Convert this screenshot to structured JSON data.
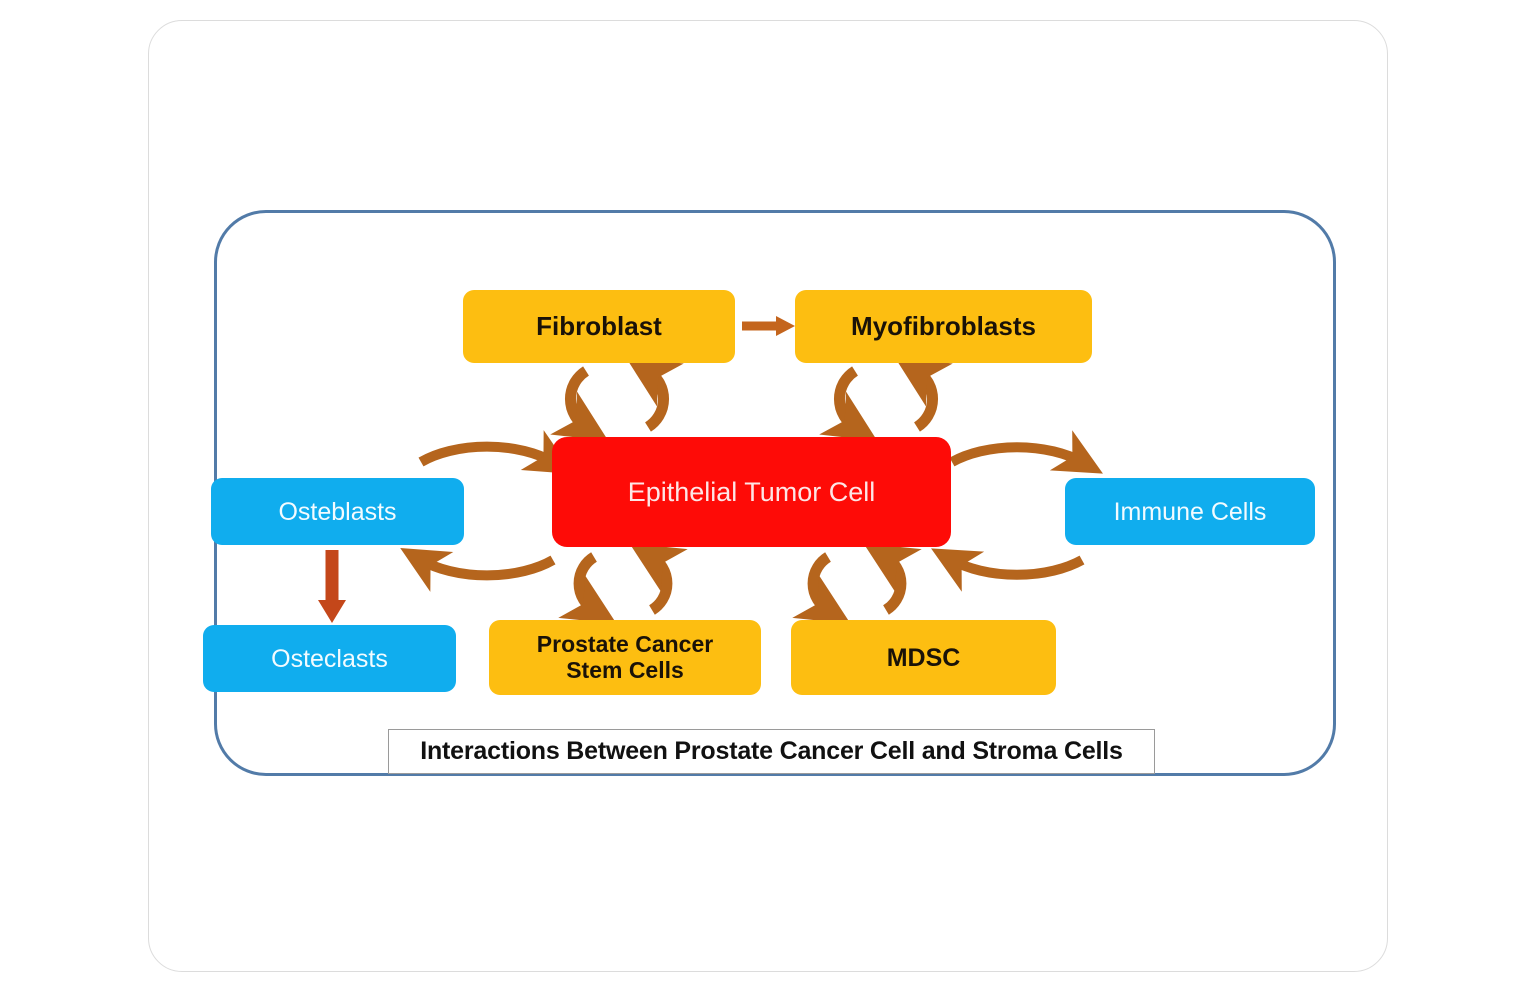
{
  "diagram": {
    "title": "Interactions Between Prostate Cancer Cell and Stroma Cells",
    "caption": "Interactions Between Prostate Cancer Cell and Stroma Cells",
    "colors": {
      "yellow_node": "#FDBE11",
      "blue_node": "#10ADEE",
      "red_node": "#FE0B07",
      "arrow_brown": "#B5651D",
      "arrow_dark_orange": "#C4471A",
      "inner_frame_border": "#527BA8",
      "outer_frame_border": "#DCDCDC",
      "caption_border": "#9A9A9A",
      "background": "#FFFFFF"
    },
    "nodes": [
      {
        "id": "fibroblast",
        "label": "Fibroblast",
        "label_line2": "",
        "type": "yellow"
      },
      {
        "id": "myofibroblasts",
        "label": "Myofibroblasts",
        "label_line2": "",
        "type": "yellow"
      },
      {
        "id": "epithelial",
        "label": "Epithelial Tumor Cell",
        "label_line2": "",
        "type": "red"
      },
      {
        "id": "osteblasts",
        "label": "Osteblasts",
        "label_line2": "",
        "type": "blue"
      },
      {
        "id": "immune",
        "label": "Immune Cells",
        "label_line2": "",
        "type": "blue"
      },
      {
        "id": "osteclasts",
        "label": "Osteclasts",
        "label_line2": "",
        "type": "blue"
      },
      {
        "id": "pcsc",
        "label": "Prostate Cancer",
        "label_line2": "Stem Cells",
        "type": "yellow"
      },
      {
        "id": "mdsc",
        "label": "MDSC",
        "label_line2": "",
        "type": "yellow"
      }
    ],
    "edges": [
      {
        "id": "fibroblast-to-myofibroblasts",
        "from": "fibroblast",
        "to": "myofibroblasts",
        "style": "straight-arrow",
        "direction": "one-way"
      },
      {
        "id": "osteblasts-to-osteclasts",
        "from": "osteblasts",
        "to": "osteclasts",
        "style": "straight-arrow",
        "direction": "one-way"
      },
      {
        "id": "fibroblast-epithelial",
        "from": "fibroblast",
        "to": "epithelial",
        "style": "cycle-loop",
        "direction": "bidirectional"
      },
      {
        "id": "myofibroblasts-epithelial",
        "from": "myofibroblasts",
        "to": "epithelial",
        "style": "cycle-loop",
        "direction": "bidirectional"
      },
      {
        "id": "osteblasts-epithelial",
        "from": "osteblasts",
        "to": "epithelial",
        "style": "cycle-loop",
        "direction": "bidirectional"
      },
      {
        "id": "epithelial-immune",
        "from": "epithelial",
        "to": "immune",
        "style": "cycle-loop",
        "direction": "bidirectional"
      },
      {
        "id": "epithelial-pcsc",
        "from": "epithelial",
        "to": "pcsc",
        "style": "cycle-loop",
        "direction": "bidirectional"
      },
      {
        "id": "epithelial-mdsc",
        "from": "epithelial",
        "to": "mdsc",
        "style": "cycle-loop",
        "direction": "bidirectional"
      }
    ]
  }
}
